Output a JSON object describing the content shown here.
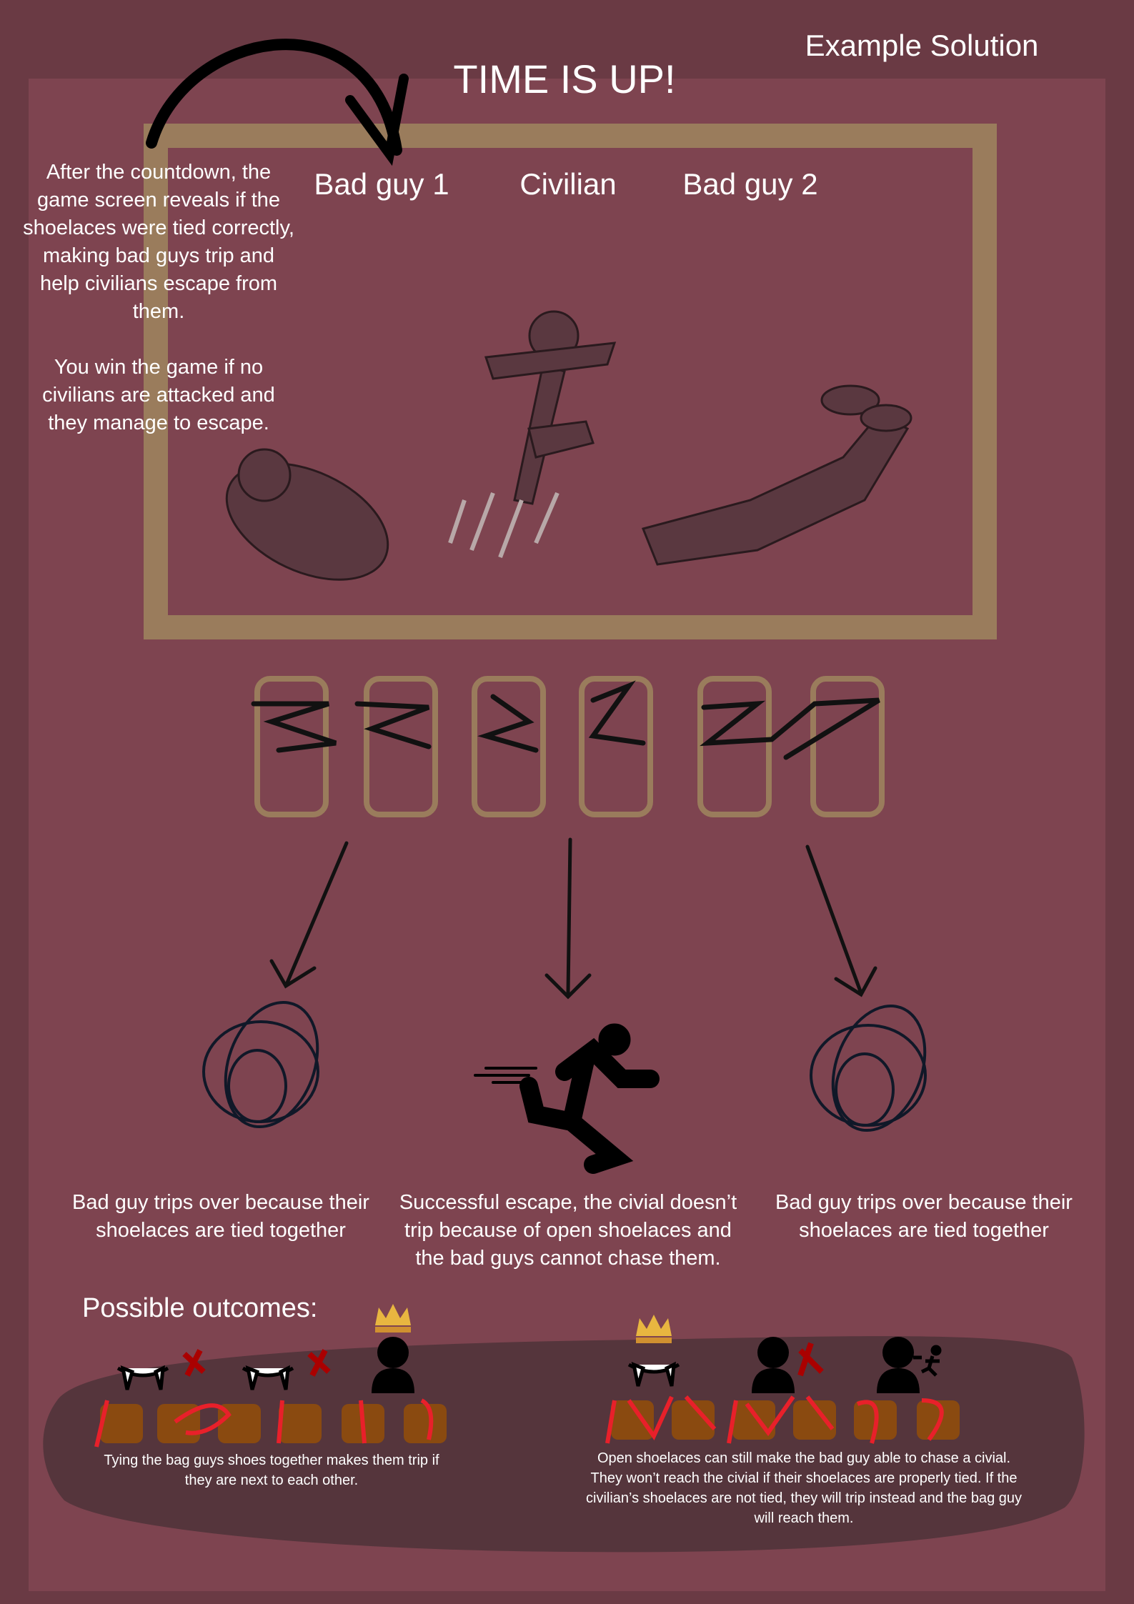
{
  "header": {
    "example_label": "Example Solution",
    "title": "TIME IS UP!"
  },
  "intro": {
    "paragraph1": "After the countdown, the game screen reveals if the shoelaces were tied correctly, making bad guys trip and help civilians escape from them.",
    "paragraph2": "You win the game if no civilians are attacked and they manage to escape."
  },
  "screen": {
    "labels": [
      "Bad guy 1",
      "Civilian",
      "Bad guy 2"
    ]
  },
  "results": [
    {
      "icon": "scribble-icon",
      "caption": "Bad guy trips over because their shoelaces are tied together"
    },
    {
      "icon": "running-person-icon",
      "caption": "Successful escape, the civial doesn’t trip because of open shoelaces and the bad guys cannot chase them."
    },
    {
      "icon": "scribble-icon",
      "caption": "Bad guy trips over because their shoelaces are tied together"
    }
  ],
  "outcomes": {
    "heading": "Possible outcomes:",
    "left_caption": "Tying the bag guys shoes together makes them trip if they are next to each other.",
    "right_caption": "Open shoelaces can still make the bad guy able to chase a civial. They won’t reach the civial if their shoelaces are properly tied. If the civilian’s shoelaces are not tied, they will trip instead and the bag guy will reach them."
  },
  "colors": {
    "background": "#6a3a44",
    "panel": "#7e4450",
    "frame": "#9a7c5c",
    "blob": "#55353c",
    "lace": "#e8202a",
    "boot": "#8a4a10",
    "crown": "#e8b640"
  }
}
